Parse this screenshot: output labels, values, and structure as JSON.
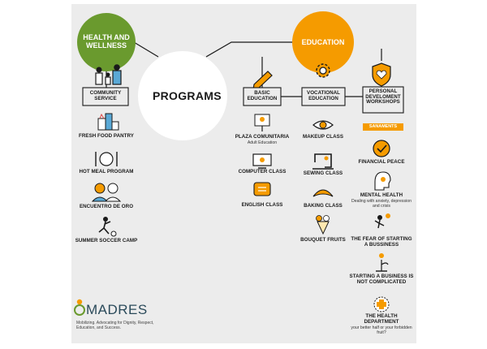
{
  "colors": {
    "green": "#6a9a2e",
    "orange": "#f59b00",
    "dark": "#1a1a1a",
    "bg": "#ececec",
    "logo": "#2a4a5a"
  },
  "center": {
    "title": "PROGRAMS"
  },
  "health": {
    "title": "HEALTH AND WELLNESS",
    "box": "COMMUNITY SERVICE",
    "items": [
      {
        "label": "FRESH FOOD PANTRY",
        "icon": "groceries-icon"
      },
      {
        "label": "HOT MEAL PROGRAM",
        "icon": "plate-cutlery-icon"
      },
      {
        "label": "ENCUENTRO DE ORO",
        "icon": "elderly-couple-icon"
      },
      {
        "label": "SUMMER SOCCER CAMP",
        "icon": "soccer-player-icon"
      }
    ]
  },
  "education": {
    "title": "EDUCATION",
    "basic": {
      "box": "BASIC EDUCATION",
      "items": [
        {
          "label": "PLAZA COMUNITARIA",
          "sub": "Adult Education",
          "icon": "graduation-teacher-icon"
        },
        {
          "label": "COMPUTER CLASS",
          "icon": "computer-icon"
        },
        {
          "label": "ENGLISH CLASS",
          "icon": "speech-bubble-icon"
        }
      ]
    },
    "vocational": {
      "box": "VOCATIONAL EDUCATION",
      "items": [
        {
          "label": "MAKEUP CLASS",
          "icon": "eye-makeup-icon"
        },
        {
          "label": "SEWING CLASS",
          "icon": "sewing-machine-icon"
        },
        {
          "label": "BAKING CLASS",
          "icon": "croissant-icon"
        },
        {
          "label": "BOUQUET FRUITS",
          "icon": "fruit-bouquet-icon"
        }
      ]
    },
    "personal": {
      "box": "PERSONAL DEVELOMENT WORKSHOPS",
      "badge": "SANAMENTS",
      "items": [
        {
          "label": "FINANCIAL PEACE",
          "icon": "checkmark-circle-icon"
        },
        {
          "label": "MENTAL HEALTH",
          "sub": "Dealing with anxiety, depression and crisis",
          "icon": "head-mind-icon"
        },
        {
          "label": "THE FEAR OF STARTING A BUSSINESS",
          "icon": "fear-figure-icon"
        },
        {
          "label": "STARTING A BUSINESS IS NOT COMPLICATED",
          "icon": "growing-money-icon"
        },
        {
          "label": "THE HEALTH DEPARTMENT",
          "sub": "your better half or your forbidden fruit?",
          "icon": "health-cross-icon"
        }
      ]
    }
  },
  "logo": {
    "name": "MADRES",
    "tagline": "Mobilizing. Advocating for Dignity, Respect, Education, and Success."
  }
}
